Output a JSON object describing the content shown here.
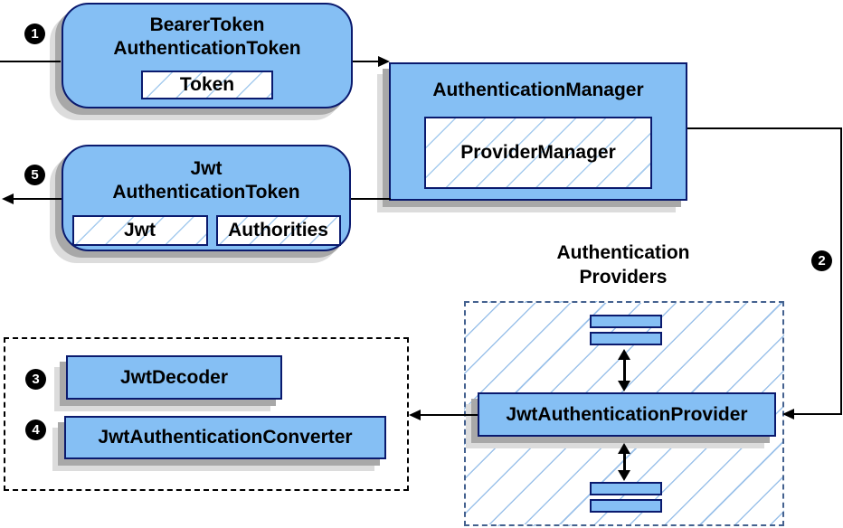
{
  "colors": {
    "node_fill": "#85BFF4",
    "node_border": "#0A1A6E",
    "hatch_line": "#9CC2EA",
    "dashed_group_border": "#44618F",
    "connector": "#000000",
    "shadow_dark": "#A8A8A8",
    "shadow_light": "#DCDCDC",
    "badge_bg": "#000000",
    "badge_text": "#ffffff"
  },
  "badges": {
    "step1": "1",
    "step2": "2",
    "step3": "3",
    "step4": "4",
    "step5": "5"
  },
  "nodes": {
    "bearer_token": {
      "title1": "BearerToken",
      "title2": "AuthenticationToken",
      "field": "Token"
    },
    "auth_manager": {
      "title": "AuthenticationManager",
      "inner": "ProviderManager"
    },
    "jwt_token": {
      "title1": "Jwt",
      "title2": "AuthenticationToken",
      "field1": "Jwt",
      "field2": "Authorities"
    },
    "providers_group": {
      "label1": "Authentication",
      "label2": "Providers"
    },
    "jwt_provider": {
      "label": "JwtAuthenticationProvider"
    },
    "jwt_decoder": {
      "label": "JwtDecoder"
    },
    "jwt_converter": {
      "label": "JwtAuthenticationConverter"
    }
  }
}
